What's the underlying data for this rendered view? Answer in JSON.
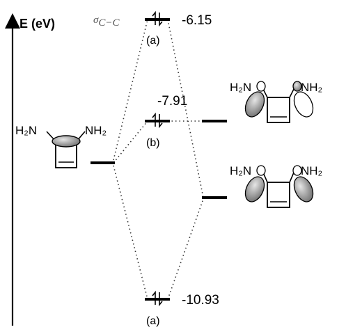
{
  "axis": {
    "title": "E (eV)"
  },
  "levels": {
    "top": {
      "energy": "-6.15",
      "label": "(a)",
      "sigma": "σ",
      "sigma_sub": "C−C"
    },
    "middle": {
      "energy": "-7.91",
      "label": "(b)"
    },
    "bottom": {
      "energy": "-10.93",
      "label": "(a)"
    }
  },
  "molecules": {
    "left": {
      "left_group": "H₂N",
      "right_group": "NH₂"
    },
    "upper_right": {
      "left_group": "H₂N",
      "right_group": "NH₂"
    },
    "lower_right": {
      "left_group": "H₂N",
      "right_group": "NH₂"
    }
  },
  "colors": {
    "line": "#000000",
    "lobe_fill": "#999999",
    "dotted": "#333333"
  }
}
